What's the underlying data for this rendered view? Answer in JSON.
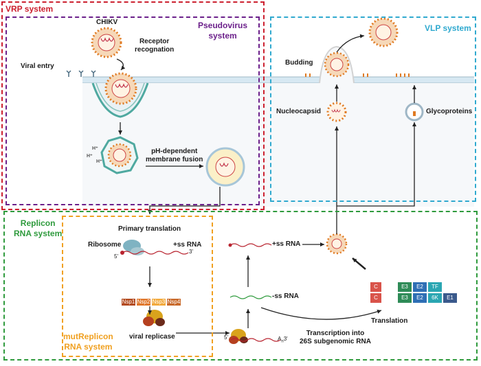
{
  "systems": {
    "vrp": {
      "title": "VRP system",
      "color": "#cc1f2e"
    },
    "pseudovirus": {
      "title": "Pseudovirus\nsystem",
      "color": "#6b1f8a"
    },
    "vlp": {
      "title": "VLP system",
      "color": "#2fa9cf"
    },
    "replicon": {
      "title": "Replicon\nRNA system",
      "color": "#2e9a3c"
    },
    "mutreplicon": {
      "title": "mutReplicon\nRNA system",
      "color": "#f0a020"
    }
  },
  "labels": {
    "chikv": "CHIKV",
    "receptor_recognation": "Receptor\nrecognation",
    "viral_entry": "Viral entry",
    "ph_fusion": "pH-dependent\nmembrane fusion",
    "h_plus": "H⁺",
    "budding": "Budding",
    "nucleocapsid": "Nucleocapsid",
    "glycoproteins": "Glycoproteins",
    "primary_translation": "Primary translation",
    "ribosome": "Ribosome",
    "plus_ss_rna_left": "+ss RNA",
    "plus_ss_rna_right": "+ss RNA",
    "minus_ss_rna": "-ss RNA",
    "viral_replicase": "viral replicase",
    "transcription": "Transcription into\n26S subgenomic RNA",
    "translation": "Translation",
    "five_prime": "5'",
    "three_prime": "3'",
    "poly_a": "A",
    "poly_a_sub": "n",
    "poly_a_3": "3'"
  },
  "nsp": [
    {
      "label": "Nsp1",
      "color": "#b34a1e"
    },
    {
      "label": "Nsp2",
      "color": "#e0762a"
    },
    {
      "label": "Nsp3",
      "color": "#f2a93b"
    },
    {
      "label": "Nsp4",
      "color": "#c8692a"
    }
  ],
  "structural_top": [
    {
      "label": "C",
      "color": "#d9534a"
    },
    {
      "label": "E3",
      "color": "#2e8b57"
    },
    {
      "label": "E2",
      "color": "#2f6fb5"
    },
    {
      "label": "TF",
      "color": "#2aa6b2"
    }
  ],
  "structural_bottom": [
    {
      "label": "C",
      "color": "#d9534a"
    },
    {
      "label": "E3",
      "color": "#2e8b57"
    },
    {
      "label": "E2",
      "color": "#2f6fb5"
    },
    {
      "label": "6K",
      "color": "#2aa6b2"
    },
    {
      "label": "E1",
      "color": "#3b5a8c"
    }
  ]
}
